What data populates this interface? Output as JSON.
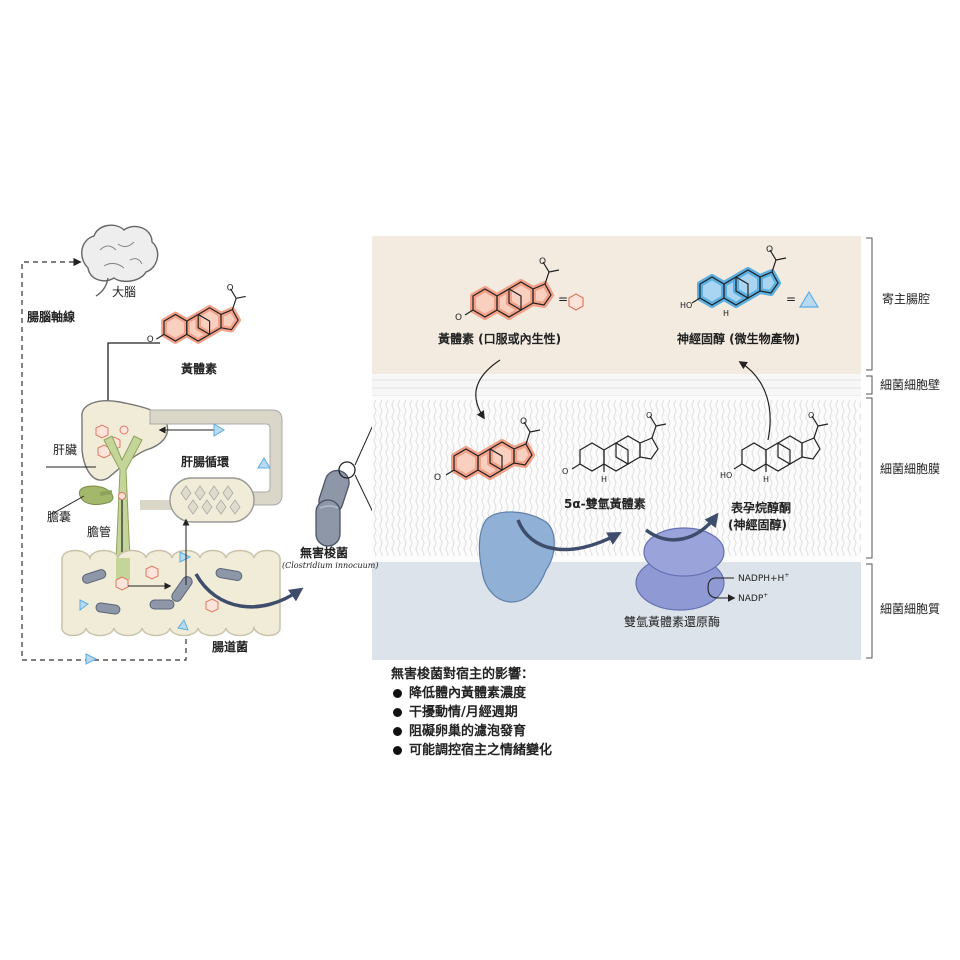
{
  "left_panel": {
    "brain_label": "大腦",
    "gut_brain_axis_label": "腸腦軸線",
    "progesterone_label": "黃體素",
    "liver_label": "肝臟",
    "gallbladder_label": "膽囊",
    "bile_duct_label": "膽管",
    "enterohepatic_label": "肝腸循環",
    "gut_bacteria_label": "腸道菌",
    "bacterium_name": "無害梭菌",
    "bacterium_latin": "(Clostridium innocuum)"
  },
  "right_panel": {
    "sections": [
      "寄主腸腔",
      "細菌細胞壁",
      "細菌細胞膜",
      "細菌細胞質"
    ],
    "progesterone_caption": "黃體素 (口服或內生性)",
    "neurosteroid_caption": "神經固醇 (微生物產物)",
    "equals_sign": "=",
    "dihydroprogesterone_label": "5α-雙氫黃體素",
    "epipregnanolone_label": "表孕烷醇酮",
    "epipregnanolone_sub": "(神經固醇)",
    "enzyme_label": "雙氫黃體素還原酶",
    "cofactor_in": "NADPH+H",
    "cofactor_in_sup": "+",
    "cofactor_out": "NADP",
    "cofactor_out_sup": "+",
    "atom_O": "O",
    "atom_H": "H",
    "atom_HO": "HO"
  },
  "effects": {
    "title": "無害梭菌對宿主的影響：",
    "items": [
      "降低體內黃體素濃度",
      "干擾動情/月經週期",
      "阻礙卵巢的濾泡發育",
      "可能調控宿主之情緒變化"
    ]
  },
  "colors": {
    "progesterone": "#f2a088",
    "progesterone_fill": "#f9cfc0",
    "neurosteroid": "#5aaee0",
    "neurosteroid_fill": "#a9d5f2",
    "lumen_bg": "#f3ebe0",
    "cytoplasm_bg": "#dce3ea",
    "enzyme": "#8f99d3",
    "bile": "#c4d59a",
    "bacteria": "#8d97a8"
  }
}
